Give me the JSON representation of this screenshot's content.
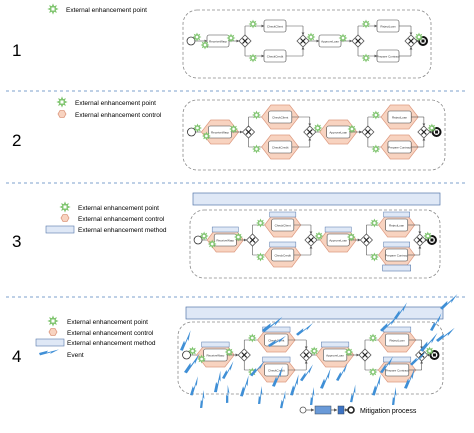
{
  "legends": {
    "point": "External enhancement point",
    "control": "External enhancement control",
    "method": "External enhancement method",
    "event": "Event"
  },
  "panel_numbers": [
    "1",
    "2",
    "3",
    "4"
  ],
  "task_labels": {
    "receive": "ReceiveWarp",
    "check": "CheckClient",
    "check_alt": "CheckCredit",
    "approve": "ApproveLoan",
    "reject": "RejectLoan",
    "prepare": "Prepare Contract"
  },
  "mitigation_label": "Mitigation process",
  "colors": {
    "point": "#7cc36b",
    "control_fill": "#f8d3c0",
    "control_stroke": "#dd9a80",
    "method_fill": "#dfe8f6",
    "method_stroke": "#5577aa",
    "event": "#3f8fd6",
    "separator": "#7da0cc",
    "frame": "#8a8a8a",
    "gateway": "#555555"
  },
  "icons": [
    "star-icon",
    "hexagon-icon",
    "lightning-icon"
  ]
}
